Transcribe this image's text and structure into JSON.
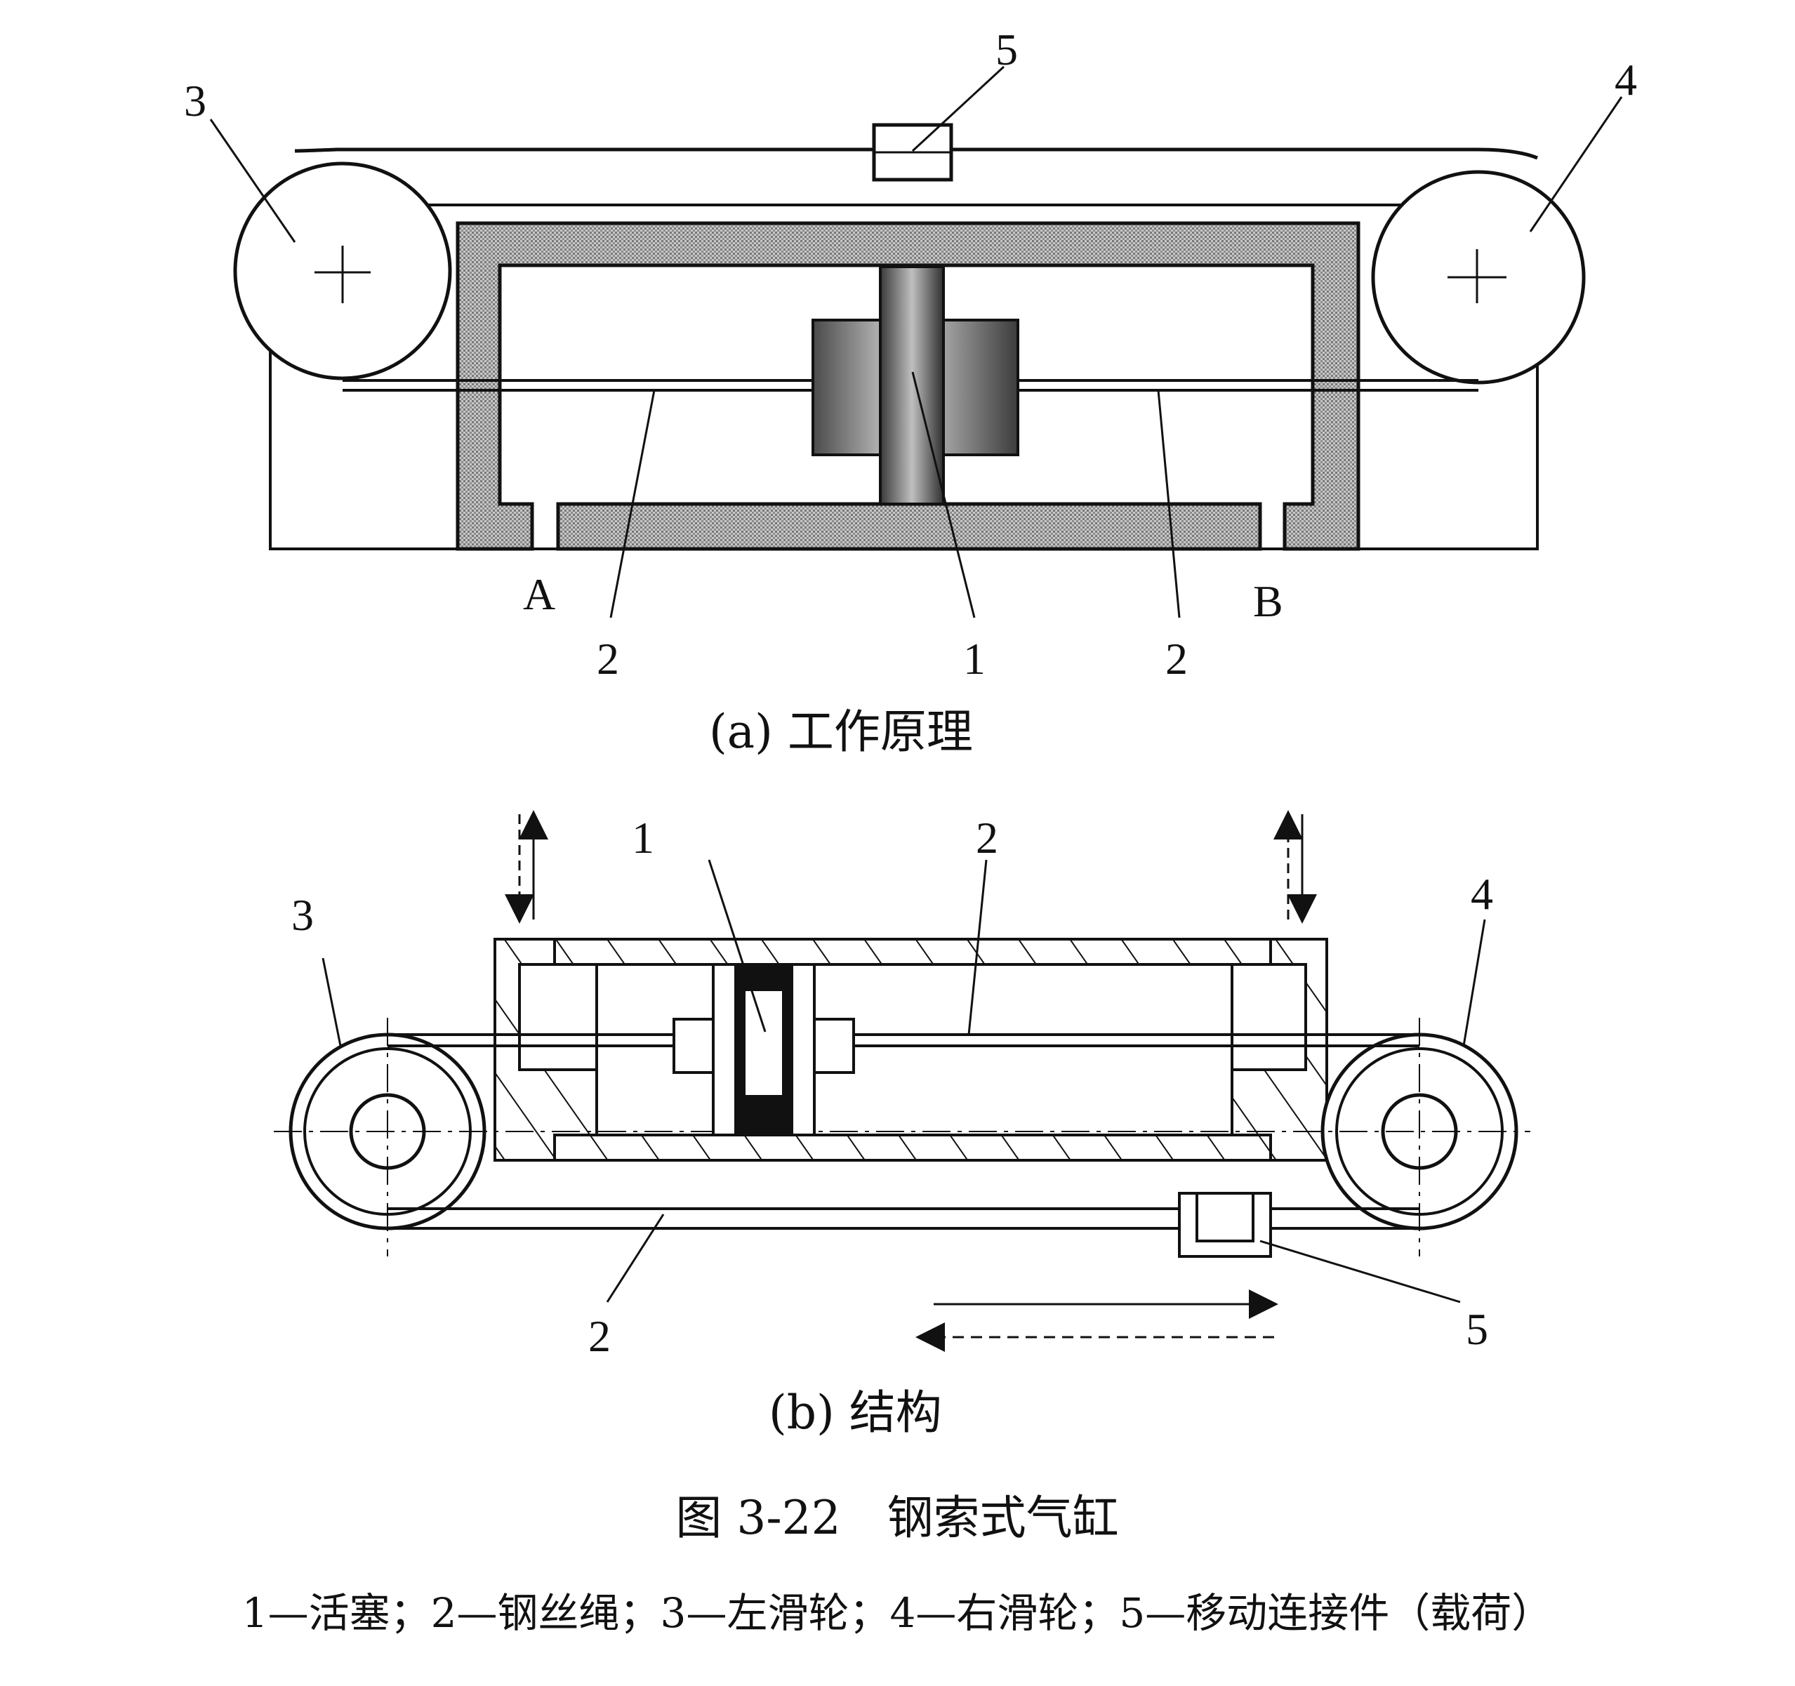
{
  "figure": {
    "panel_a": {
      "caption": "(a) 工作原理",
      "labels": {
        "piston": "1",
        "rope_left": "2",
        "rope_right": "2",
        "left_pulley": "3",
        "right_pulley": "4",
        "connector": "5",
        "port_a": "A",
        "port_b": "B"
      }
    },
    "panel_b": {
      "caption": "(b) 结构",
      "labels": {
        "piston": "1",
        "rope_top": "2",
        "rope_bottom": "2",
        "left_pulley": "3",
        "right_pulley": "4",
        "connector": "5"
      }
    },
    "title": "图 3-22　钢索式气缸",
    "legend": "1—活塞；2—钢丝绳；3—左滑轮；4—右滑轮；5—移动连接件（载荷）"
  },
  "colors": {
    "ink": "#111111",
    "hatch_fill": "#9a9a9a",
    "piston_dark": "#555555",
    "paper": "#ffffff"
  }
}
